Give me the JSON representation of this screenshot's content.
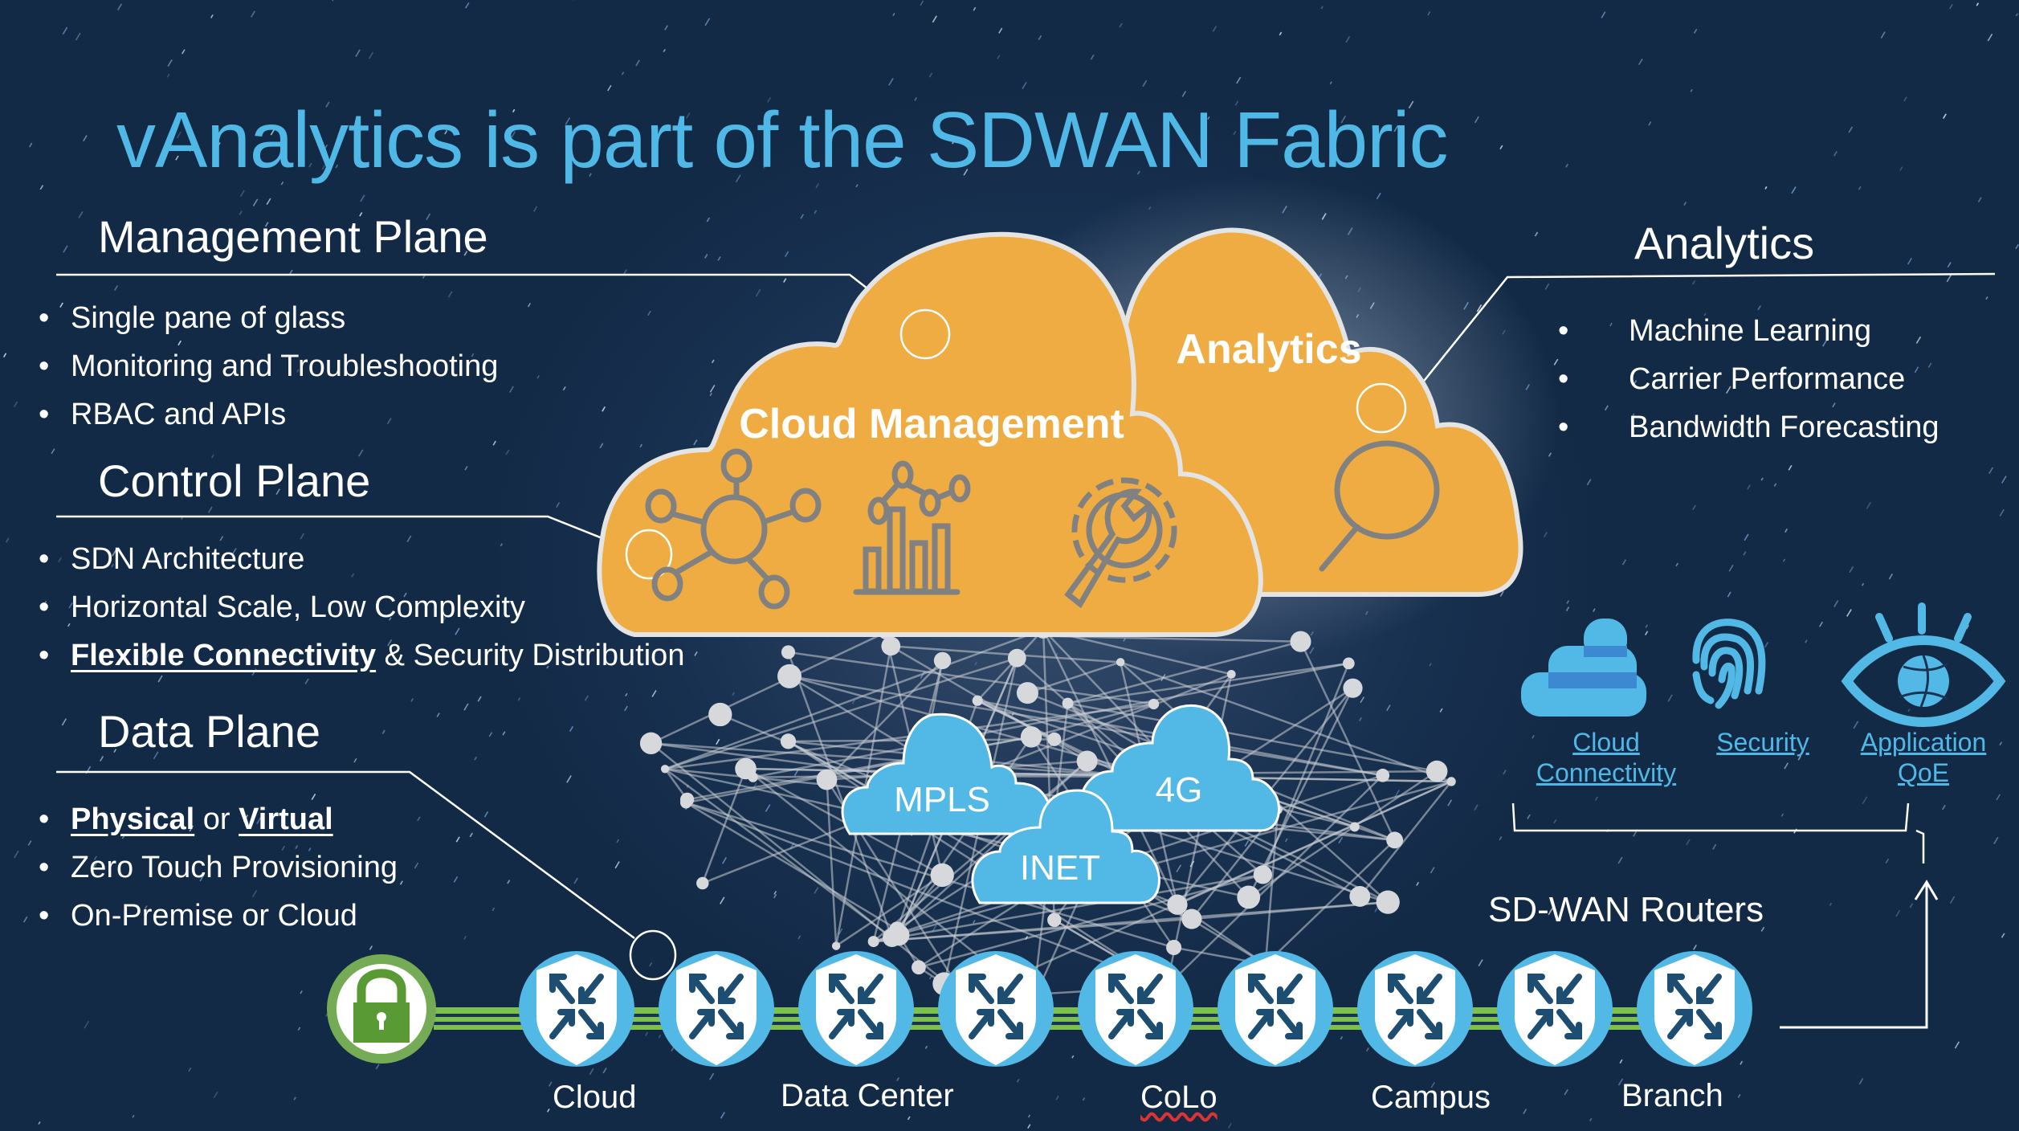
{
  "title": "vAnalytics is part of the SDWAN Fabric",
  "management_plane": {
    "heading": "Management Plane",
    "bullets": [
      "Single pane of glass",
      "Monitoring and Troubleshooting",
      "RBAC and APIs"
    ]
  },
  "control_plane": {
    "heading": "Control Plane",
    "bullets": [
      "SDN Architecture",
      "Horizontal Scale, Low Complexity"
    ],
    "bullet3_link": "Flexible Connectivity",
    "bullet3_rest": " & Security Distribution"
  },
  "data_plane": {
    "heading": "Data Plane",
    "bullet1_link1": "Physical",
    "bullet1_mid": " or ",
    "bullet1_link2": "Virtual",
    "bullets": [
      "Zero Touch Provisioning",
      "On-Premise or Cloud"
    ]
  },
  "analytics": {
    "heading": "Analytics",
    "bullets": [
      "Machine Learning",
      "Carrier Performance",
      "Bandwidth Forecasting"
    ]
  },
  "clouds": {
    "cloud_management": "Cloud Management",
    "analytics": "Analytics",
    "icons": [
      "network-hub-icon",
      "bar-chart-icon",
      "gear-wrench-icon",
      "magnifier-icon"
    ]
  },
  "transports": [
    "MPLS",
    "4G",
    "INET"
  ],
  "features": [
    {
      "label": "Cloud Connectivity",
      "icon": "cloud-stack-icon"
    },
    {
      "label": "Security",
      "icon": "fingerprint-icon"
    },
    {
      "label": "Application QoE",
      "icon": "eye-globe-icon"
    }
  ],
  "routers_label": "SD-WAN Routers",
  "router_count": 9,
  "sites": [
    "Cloud",
    "Data Center",
    "CoLo",
    "Campus",
    "Branch"
  ],
  "colors": {
    "title": "#4fb8e7",
    "orange_cloud": "#efac42",
    "blue_cloud": "#52b8e6",
    "icon_gray": "#808080",
    "router_dark": "#1d4e72",
    "link_green": "#7cc04e",
    "lock_green": "#5a9a35",
    "background": "#1a3352"
  }
}
